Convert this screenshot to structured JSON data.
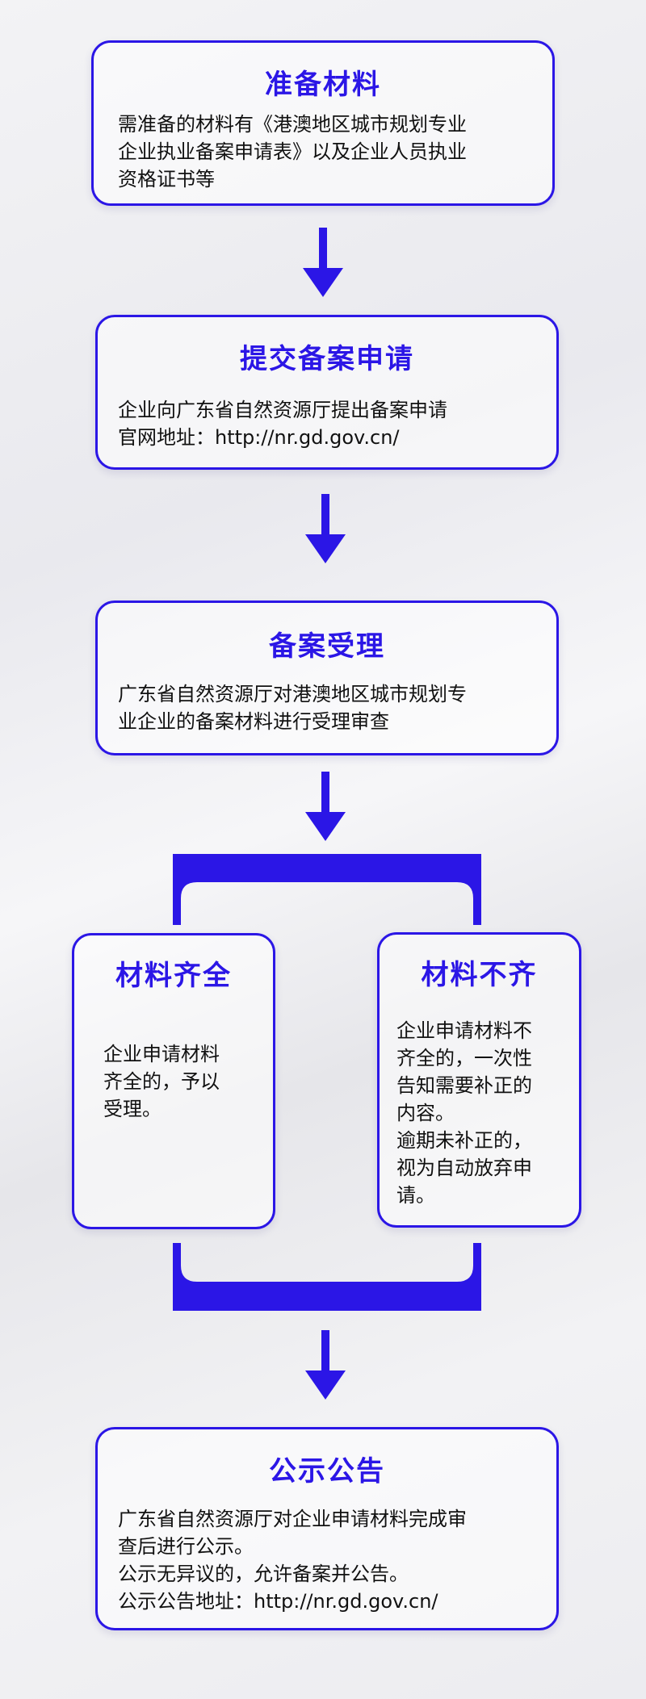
{
  "steps": [
    {
      "title": "准备材料",
      "text": "需准备的材料有《港澳地区城市规划专业\n企业执业备案申请表》以及企业人员执业\n资格证书等"
    },
    {
      "title": "提交备案申请",
      "text": "企业向广东省自然资源厅提出备案申请\n官网地址：http://nr.gd.gov.cn/"
    },
    {
      "title": "备案受理",
      "text": "广东省自然资源厅对港澳地区城市规划专\n业企业的备案材料进行受理审查"
    }
  ],
  "branches": {
    "complete": {
      "title": "材料齐全",
      "text": "企业申请材料\n齐全的，予以\n受理。"
    },
    "incomplete": {
      "title": "材料不齐",
      "text": "企业申请材料不\n齐全的，一次性\n告知需要补正的\n内容。\n逾期未补正的，\n视为自动放弃申\n请。"
    }
  },
  "final": {
    "title": "公示公告",
    "text": "广东省自然资源厅对企业申请材料完成审\n查后进行公示。\n公示无异议的，允许备案并公告。\n公示公告地址：http://nr.gd.gov.cn/"
  },
  "colors": {
    "accent": "#2b16e6"
  }
}
